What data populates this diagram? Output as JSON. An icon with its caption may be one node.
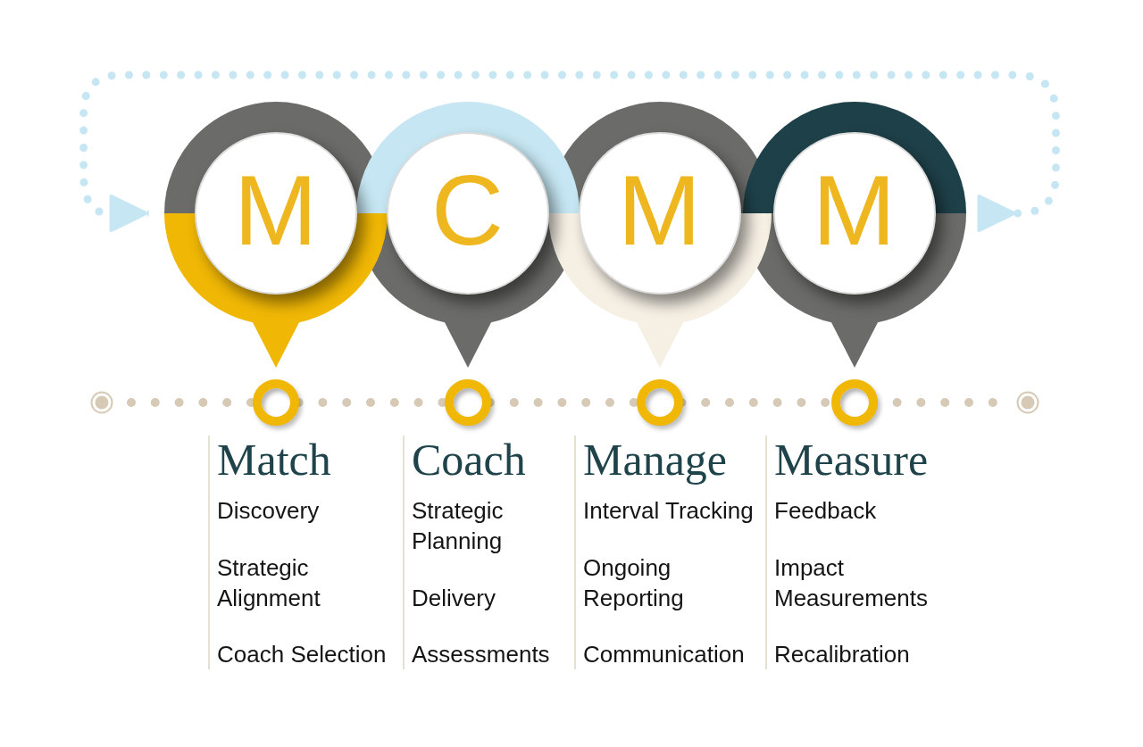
{
  "diagram": {
    "nodes": [
      {
        "text": [
          "M"
        ],
        "beside": [
          "Match",
          "Discovery",
          "Strategic Alignment",
          "Coach Selection"
        ]
      },
      {
        "text": [
          "C"
        ],
        "beside": [
          "Coach",
          "Strategic Planning",
          "Delivery",
          "Assessments"
        ]
      },
      {
        "text": [
          "M"
        ],
        "beside": [
          "Manage",
          "Interval Tracking",
          "Ongoing Reporting",
          "Communication"
        ]
      },
      {
        "text": [
          "M"
        ],
        "beside": [
          "Measure",
          "Feedback",
          "Impact Measurements",
          "Recalibration"
        ]
      }
    ],
    "edges": [
      {
        "from": 3,
        "to": 0,
        "arrow": "to",
        "style": "dashed",
        "color": "#c5e6f2"
      }
    ]
  }
}
